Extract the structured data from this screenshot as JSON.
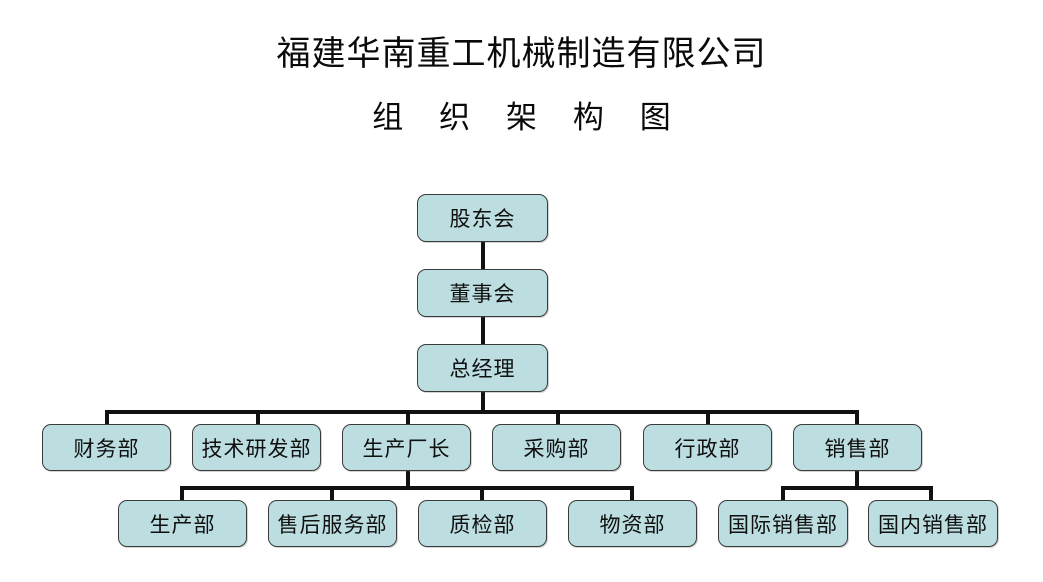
{
  "header": {
    "company_title": "福建华南重工机械制造有限公司",
    "chart_subtitle": "组 织 架 构 图"
  },
  "theme": {
    "node_fill": "#bcdee1",
    "node_border": "#3b3b3b",
    "connector_color": "#111111",
    "text_color": "#101010",
    "background": "#ffffff"
  },
  "chart_data": {
    "type": "diagram",
    "diagram_kind": "org-chart",
    "title": "福建华南重工机械制造有限公司 组 织 架 构 图",
    "orientation": "top-down",
    "levels": [
      {
        "level": 1,
        "nodes": [
          "股东会"
        ]
      },
      {
        "level": 2,
        "nodes": [
          "董事会"
        ]
      },
      {
        "level": 3,
        "nodes": [
          "总经理"
        ]
      },
      {
        "level": 4,
        "nodes": [
          "财务部",
          "技术研发部",
          "生产厂长",
          "采购部",
          "行政部",
          "销售部"
        ]
      },
      {
        "level": 5,
        "nodes": [
          "生产部",
          "售后服务部",
          "质检部",
          "物资部",
          "国际销售部",
          "国内销售部"
        ]
      }
    ],
    "edges": [
      {
        "from": "股东会",
        "to": "董事会"
      },
      {
        "from": "董事会",
        "to": "总经理"
      },
      {
        "from": "总经理",
        "to": "财务部"
      },
      {
        "from": "总经理",
        "to": "技术研发部"
      },
      {
        "from": "总经理",
        "to": "生产厂长"
      },
      {
        "from": "总经理",
        "to": "采购部"
      },
      {
        "from": "总经理",
        "to": "行政部"
      },
      {
        "from": "总经理",
        "to": "销售部"
      },
      {
        "from": "生产厂长",
        "to": "生产部"
      },
      {
        "from": "生产厂长",
        "to": "售后服务部"
      },
      {
        "from": "生产厂长",
        "to": "质检部"
      },
      {
        "from": "生产厂长",
        "to": "物资部"
      },
      {
        "from": "销售部",
        "to": "国际销售部"
      },
      {
        "from": "销售部",
        "to": "国内销售部"
      }
    ]
  },
  "nodes": {
    "shareholders": "股东会",
    "board": "董事会",
    "general_manager": "总经理",
    "finance": "财务部",
    "tech_rd": "技术研发部",
    "production_director": "生产厂长",
    "purchasing": "采购部",
    "administration": "行政部",
    "sales": "销售部",
    "production": "生产部",
    "after_sales": "售后服务部",
    "quality": "质检部",
    "materials": "物资部",
    "intl_sales": "国际销售部",
    "domestic_sales": "国内销售部"
  }
}
